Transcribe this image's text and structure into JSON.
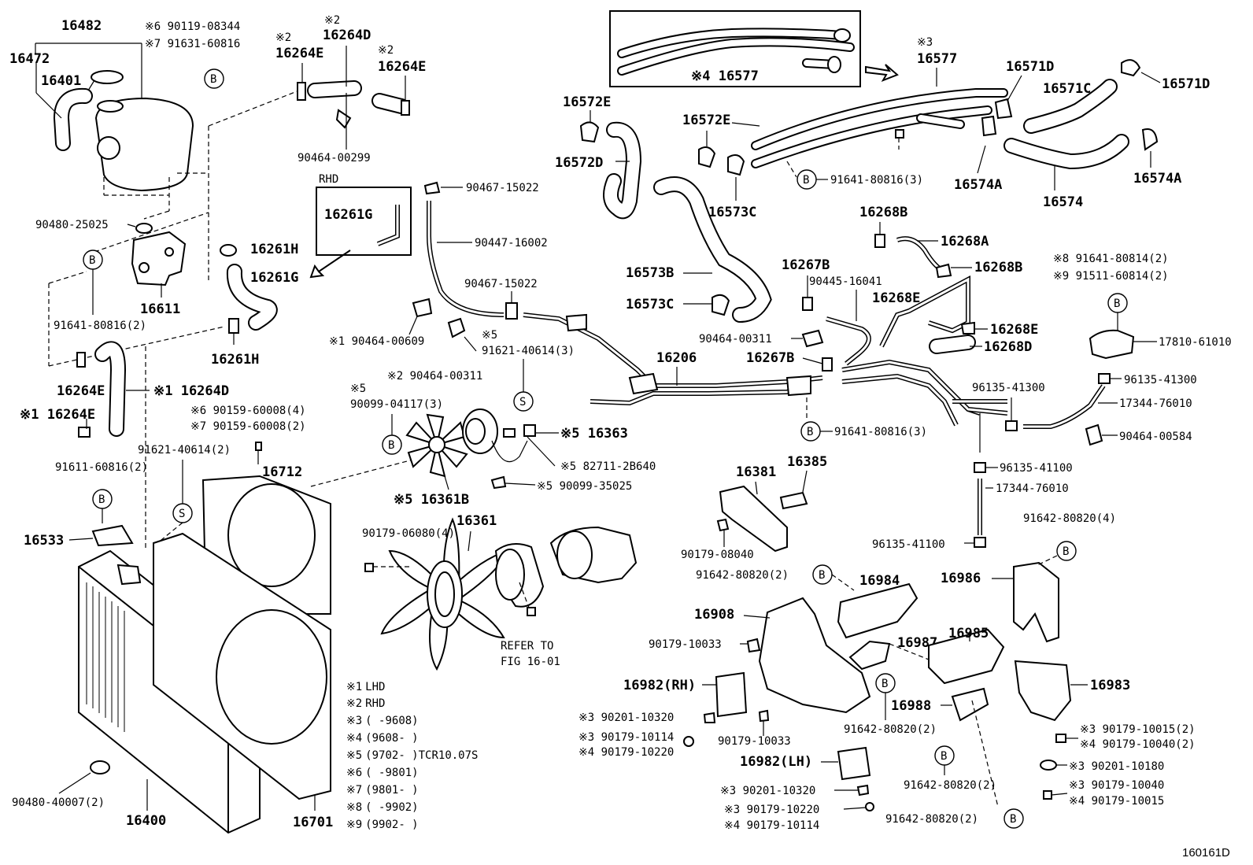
{
  "figure_id": "160161D",
  "callouts": {
    "c16482": "16482",
    "c16472": "16472",
    "c16401": "16401",
    "c90119": "※6 90119-08344",
    "c91631": "※7 91631-60816",
    "c16264e_a": "※2",
    "c16264e_a2": "16264E",
    "c16264d_a": "※2",
    "c16264d_a2": "16264D",
    "c16264e_b": "※2",
    "c16264e_b2": "16264E",
    "c9046400299": "90464-00299",
    "rhd": "RHD",
    "c16261g_box": "16261G",
    "c9048025025": "90480-25025",
    "c16261h_a": "16261H",
    "c16261g": "16261G",
    "c16611": "16611",
    "c91641_2": "91641-80816(2)",
    "c16261h_b": "16261H",
    "c16264e_c": "16264E",
    "c16264d_c": "※1 16264D",
    "c16264e_d": "※1 16264E",
    "c90159a": "※6 90159-60008(4)",
    "c90159b": "※7 90159-60008(2)",
    "c91621_2": "91621-40614(2)",
    "c91611": "91611-60816(2)",
    "c16712": "16712",
    "c16533": "16533",
    "c90467a": "90467-15022",
    "c90447": "90447-16002",
    "c90467b": "90467-15022",
    "c90464_00609": "※1 90464-00609",
    "c91621_3a": "※5",
    "c91621_3": "91621-40614(3)",
    "c90464_00311": "※2 90464-00311",
    "c90099_a": "※5",
    "c90099": "90099-04117(3)",
    "c16363": "※5 16363",
    "c82711": "※5 82711-2B640",
    "c90099_35025": "※5 90099-35025",
    "c16361b": "※5 16361B",
    "c16361": "16361",
    "c90179_06080": "90179-06080(4)",
    "refer1": "REFER TO",
    "refer2": "FIG 16-01",
    "c16400": "16400",
    "c16701": "16701",
    "c90480_40007": "90480-40007(2)",
    "c16577_box": "※4 16577",
    "c16577_a": "※3",
    "c16577": "16577",
    "c16571d_a": "16571D",
    "c16571d_b": "16571D",
    "c16571c": "16571C",
    "c16572e_a": "16572E",
    "c16572d": "16572D",
    "c16572e_b": "16572E",
    "c91641_3a": "91641-80816(3)",
    "c16574a_a": "16574A",
    "c16574a_b": "16574A",
    "c16574": "16574",
    "c16573c_a": "16573C",
    "c16573b": "16573B",
    "c16573c_b": "16573C",
    "c16268b_a": "16268B",
    "c16268a": "16268A",
    "c16268b_b": "16268B",
    "c16267b_a": "16267B",
    "c90445": "90445-16041",
    "c16268e_a": "16268E",
    "c16268e_b": "16268E",
    "c16268d": "16268D",
    "c91641_80814": "※8 91641-80814(2)",
    "c91511": "※9 91511-60814(2)",
    "c17810": "17810-61010",
    "c16206": "16206",
    "c90464_00311b": "90464-00311",
    "c16267b_b": "16267B",
    "c96135_41300a": "96135-41300",
    "c96135_41300b": "96135-41300",
    "c17344a": "17344-76010",
    "c90464_00584": "90464-00584",
    "c91641_3b": "91641-80816(3)",
    "c96135_41100a": "96135-41100",
    "c17344b": "17344-76010",
    "c96135_41100b": "96135-41100",
    "c91642_4": "91642-80820(4)",
    "c16381": "16381",
    "c16385": "16385",
    "c90179_08040": "90179-08040",
    "c91642_2a": "91642-80820(2)",
    "c16984": "16984",
    "c16986": "16986",
    "c16908": "16908",
    "c16985": "16985",
    "c90179_10033a": "90179-10033",
    "c16987": "16987",
    "c16982rh": "16982(RH)",
    "c16983": "16983",
    "c16988": "16988",
    "c90201_10320a": "※3 90201-10320",
    "c90179_10114a": "※3 90179-10114",
    "c90179_10220a": "※4 90179-10220",
    "c90179_10033b": "90179-10033",
    "c91642_2b": "91642-80820(2)",
    "c90179_10015a": "※3 90179-10015(2)",
    "c90179_10040a": "※4 90179-10040(2)",
    "c16982lh": "16982(LH)",
    "c90201_10180": "※3 90201-10180",
    "c91642_2c": "91642-80820(2)",
    "c90179_10040b": "※3 90179-10040",
    "c90179_10015b": "※4 90179-10015",
    "c90201_10320b": "※3 90201-10320",
    "c90179_10220b": "※3 90179-10220",
    "c90179_10114b": "※4 90179-10114",
    "c91642_2d": "91642-80820(2)"
  },
  "circle_refs": {
    "b": "B",
    "s": "S"
  },
  "notes": [
    {
      "mark": "※1",
      "text": "LHD"
    },
    {
      "mark": "※2",
      "text": "RHD"
    },
    {
      "mark": "※3",
      "text": "(      -9608)"
    },
    {
      "mark": "※4",
      "text": "(9608-      )"
    },
    {
      "mark": "※5",
      "text": "(9702-      )TCR10.07S"
    },
    {
      "mark": "※6",
      "text": "(      -9801)"
    },
    {
      "mark": "※7",
      "text": "(9801-      )"
    },
    {
      "mark": "※8",
      "text": "(      -9902)"
    },
    {
      "mark": "※9",
      "text": "(9902-      )"
    }
  ]
}
